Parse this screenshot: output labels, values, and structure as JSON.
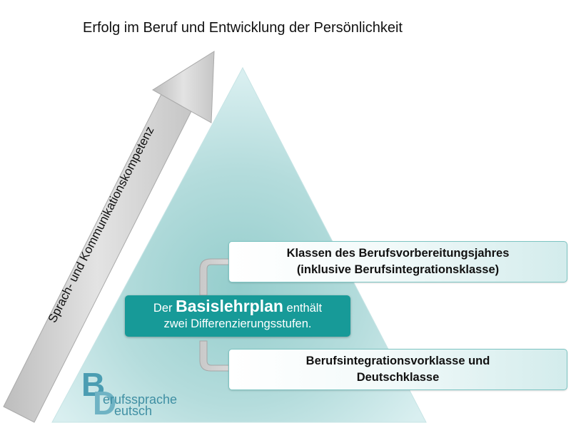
{
  "title": "Erfolg im Beruf und Entwicklung der Persönlichkeit",
  "arrow_label": "Sprach- und Kommunikationskompetenz",
  "center": {
    "prefix": "Der ",
    "strong": "Basislehrplan",
    "suffix": " enthält",
    "line2": "zwei Differenzierungsstufen."
  },
  "box_top": {
    "line1": "Klassen des Berufsvorbereitungsjahres",
    "line2": "(inklusive Berufsintegrationsklasse)"
  },
  "box_bottom": {
    "line1": "Berufsintegrationsvorklasse und",
    "line2": "Deutschklasse"
  },
  "logo": {
    "letter1": "B",
    "text1": "erufssprache",
    "letter2": "D",
    "text2": "eutsch"
  },
  "colors": {
    "pyramid_top": "#cde9ea",
    "pyramid_center": "#9fd2d1",
    "center_box": "#179a98",
    "box_border": "#7cc4c2",
    "arrow": "#d9d9d9",
    "logo": "#4b9db2"
  }
}
